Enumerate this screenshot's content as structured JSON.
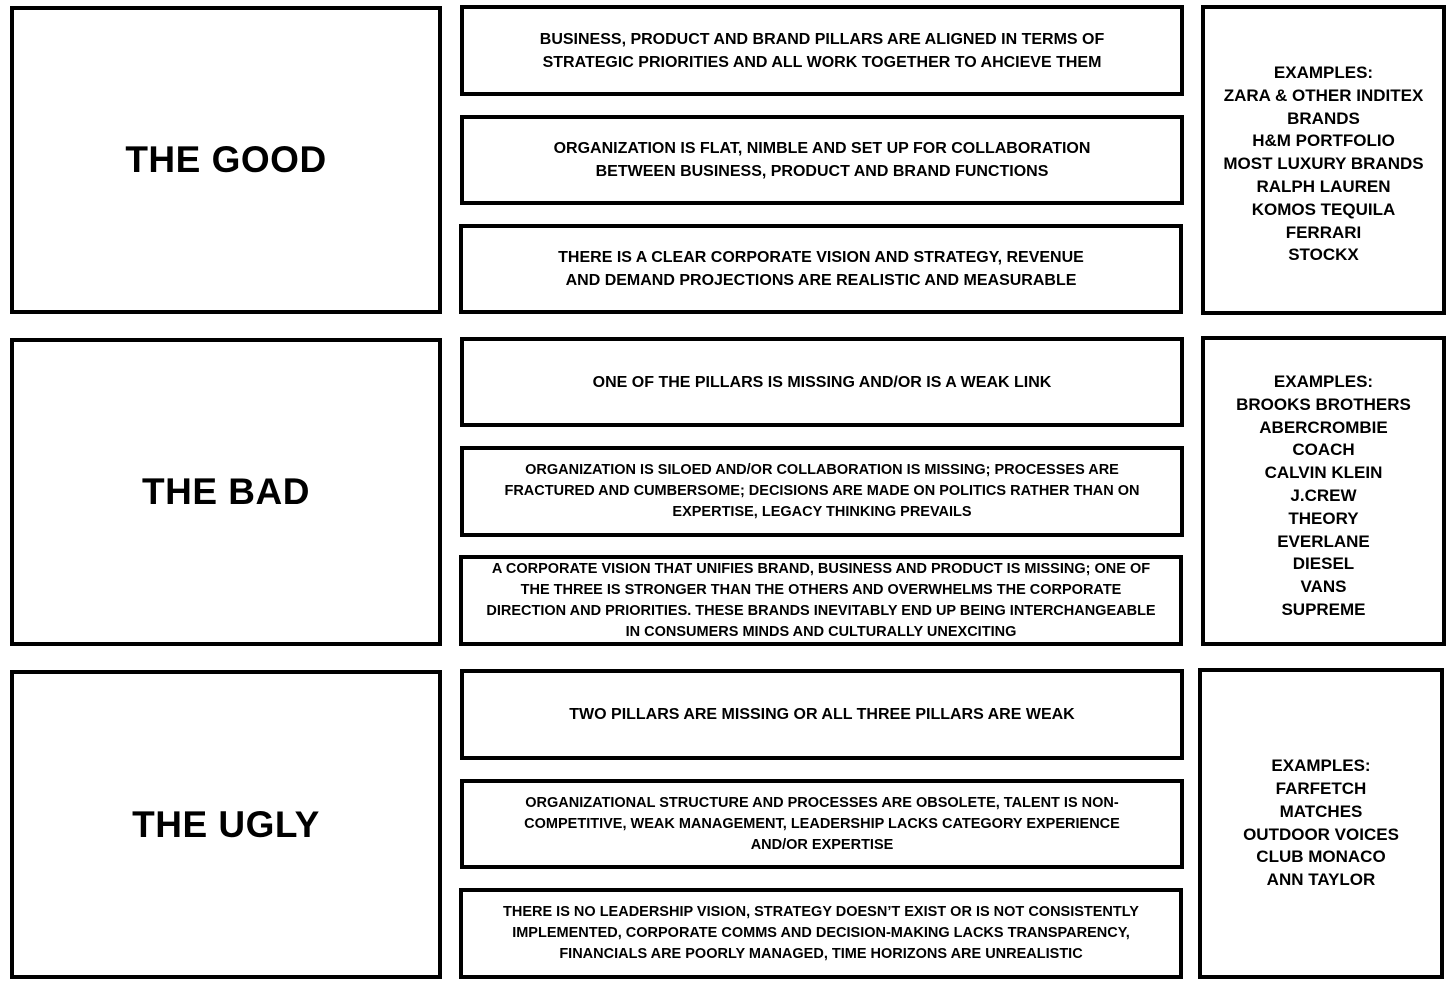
{
  "sections": [
    {
      "title": "THE GOOD",
      "statements": [
        "BUSINESS, PRODUCT AND BRAND PILLARS ARE ALIGNED  IN TERMS OF STRATEGIC PRIORITIES AND ALL WORK TOGETHER TO AHCIEVE THEM",
        "ORGANIZATION IS FLAT, NIMBLE AND SET UP FOR COLLABORATION BETWEEN BUSINESS, PRODUCT AND BRAND FUNCTIONS",
        "THERE IS A CLEAR CORPORATE VISION AND STRATEGY, REVENUE AND DEMAND PROJECTIONS ARE REALISTIC AND MEASURABLE"
      ],
      "examples_label": "EXAMPLES:",
      "examples": [
        "ZARA & OTHER INDITEX",
        "BRANDS",
        "H&M PORTFOLIO",
        "MOST LUXURY BRANDS",
        "RALPH LAUREN",
        "KOMOS TEQUILA",
        "FERRARI",
        "STOCKX"
      ]
    },
    {
      "title": "THE BAD",
      "statements": [
        "ONE OF THE PILLARS IS MISSING AND/OR IS A WEAK LINK",
        "ORGANIZATION IS SILOED AND/OR COLLABORATION IS MISSING; PROCESSES ARE FRACTURED AND CUMBERSOME; DECISIONS ARE MADE ON POLITICS RATHER THAN ON EXPERTISE, LEGACY THINKING PREVAILS",
        "A CORPORATE VISION THAT UNIFIES BRAND, BUSINESS AND PRODUCT IS MISSING; ONE OF THE THREE IS STRONGER THAN THE OTHERS AND OVERWHELMS THE CORPORATE DIRECTION AND PRIORITIES. THESE BRANDS INEVITABLY END UP BEING INTERCHANGEABLE IN CONSUMERS MINDS AND CULTURALLY UNEXCITING"
      ],
      "examples_label": "EXAMPLES:",
      "examples": [
        "BROOKS BROTHERS",
        "ABERCROMBIE",
        "COACH",
        "CALVIN KLEIN",
        "J.CREW",
        "THEORY",
        "EVERLANE",
        "DIESEL",
        "VANS",
        "SUPREME"
      ]
    },
    {
      "title": "THE UGLY",
      "statements": [
        "TWO PILLARS ARE MISSING OR ALL THREE PILLARS ARE WEAK",
        "ORGANIZATIONAL STRUCTURE AND PROCESSES ARE OBSOLETE, TALENT IS NON-COMPETITIVE, WEAK MANAGEMENT, LEADERSHIP LACKS CATEGORY EXPERIENCE AND/OR EXPERTISE",
        "THERE IS NO LEADERSHIP VISION, STRATEGY DOESN’T EXIST OR IS NOT CONSISTENTLY IMPLEMENTED, CORPORATE COMMS AND DECISION-MAKING LACKS TRANSPARENCY, FINANCIALS ARE POORLY MANAGED, TIME HORIZONS ARE UNREALISTIC"
      ],
      "examples_label": "EXAMPLES:",
      "examples": [
        "FARFETCH",
        "MATCHES",
        "OUTDOOR VOICES",
        "CLUB MONACO",
        "ANN TAYLOR"
      ]
    }
  ]
}
